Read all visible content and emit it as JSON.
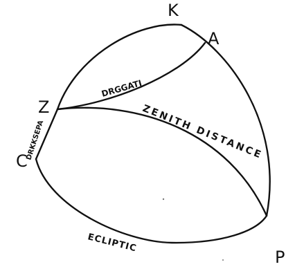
{
  "points": {
    "K": "K",
    "A": "A",
    "Z": "Z",
    "C": "C",
    "P": "P"
  },
  "arcs": {
    "drggati": "DRGGATI",
    "zenith_distance": "ZENITH DISTANCE",
    "drkksepa": "DRKKSEPA",
    "ecliptic": "ECLIPTIC"
  },
  "colors": {
    "ink": "#111111",
    "paper": "#ffffff"
  }
}
